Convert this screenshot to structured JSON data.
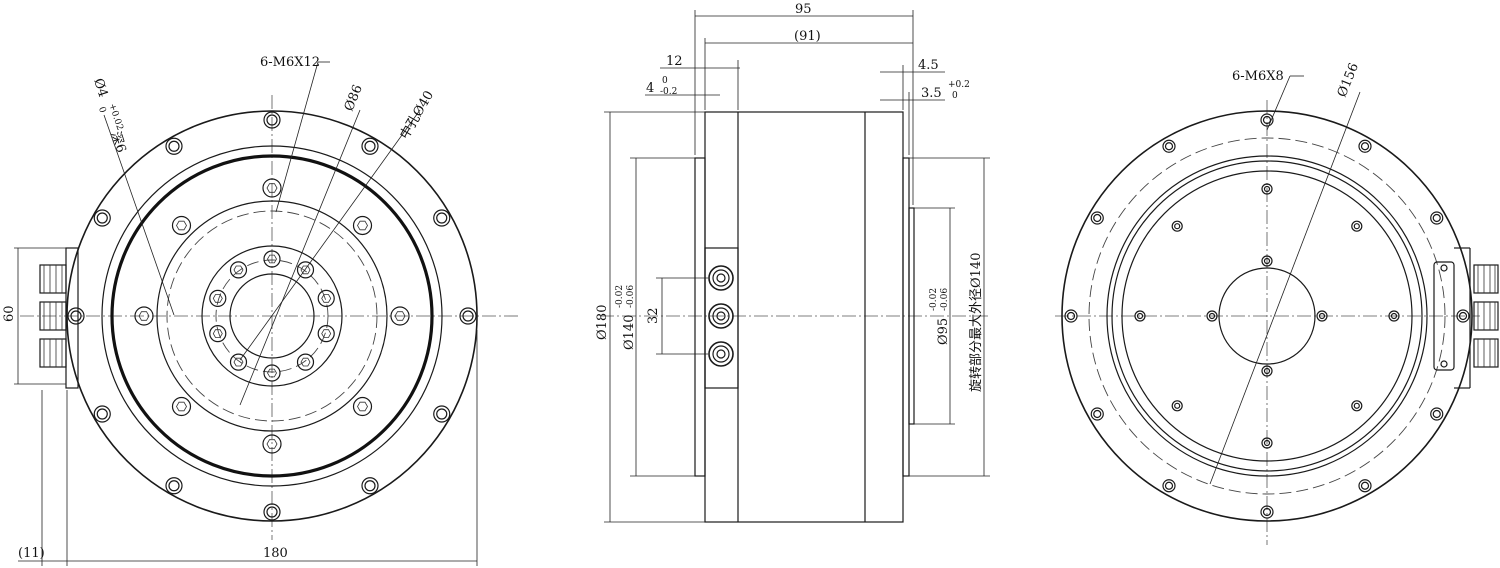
{
  "drawing": {
    "left_view": {
      "callout_threads": "6-M6X12",
      "dia_86": "Ø86",
      "center_hole": "中孔Ø40",
      "hole_dia": "Ø4",
      "hole_tol_upper": "+0.02",
      "hole_tol_lower": "0",
      "hole_depth": "深6",
      "dim_width": "180",
      "dim_offset": "(11)",
      "dim_height": "60"
    },
    "side_view": {
      "dim_total": "95",
      "dim_inner": "(91)",
      "dim_12": "12",
      "dim_4": "4",
      "dim_4_tol_upper": "0",
      "dim_4_tol_lower": "-0.2",
      "dim_45": "4.5",
      "dim_35": "3.5",
      "dim_35_tol_upper": "+0.2",
      "dim_35_tol_lower": "0",
      "dim_180": "Ø180",
      "dim_140": "Ø140",
      "dim_140_tol_upper": "-0.02",
      "dim_140_tol_lower": "-0.06",
      "dim_32": "32",
      "dim_95": "Ø95",
      "dim_95_tol_upper": "-0.02",
      "dim_95_tol_lower": "-0.06",
      "dim_rotating": "旋转部分最大外径Ø140"
    },
    "right_view": {
      "callout_threads": "6-M6X8",
      "dia_156": "Ø156"
    }
  }
}
